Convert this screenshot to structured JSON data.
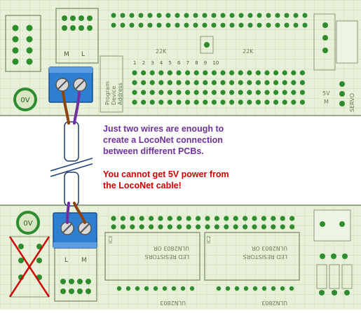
{
  "note_wires": [
    "Just two wires are enough to",
    "create a LocoNet connection",
    "between different PCBs."
  ],
  "note_power": [
    "You cannot get 5V power from",
    "the LocoNet cable!"
  ],
  "colors": {
    "pcb": "#e7f0d8",
    "pcb_grid": "#ccdcb4",
    "pcb_border": "#9aa78b",
    "pad": "#2e8b2e",
    "silk": "#8a9a78",
    "terminal": "#2f7fd0",
    "wire_brown": "#8b4513",
    "wire_purple": "#7030a0",
    "cable": "#ffffff",
    "cable_outline": "#1f3f7a",
    "text_purple": "#7030a0",
    "text_red": "#d00000",
    "cross": "#d00000"
  },
  "top_board": {
    "labels": [
      "0V",
      "22K",
      "22K",
      "M",
      "L",
      "SERVO",
      "Program",
      "Device",
      "Address",
      "5V",
      "M",
      "1",
      "2",
      "3",
      "4",
      "5",
      "6",
      "7",
      "8",
      "9",
      "10"
    ]
  },
  "bottom_board": {
    "labels": [
      "0V",
      "L",
      "M",
      "ULN2803 OR LED RESISTORS",
      "ULN2803 OR LED RESISTORS",
      "ULN2803",
      "ULN2803",
      "IC3",
      "IC2"
    ]
  }
}
